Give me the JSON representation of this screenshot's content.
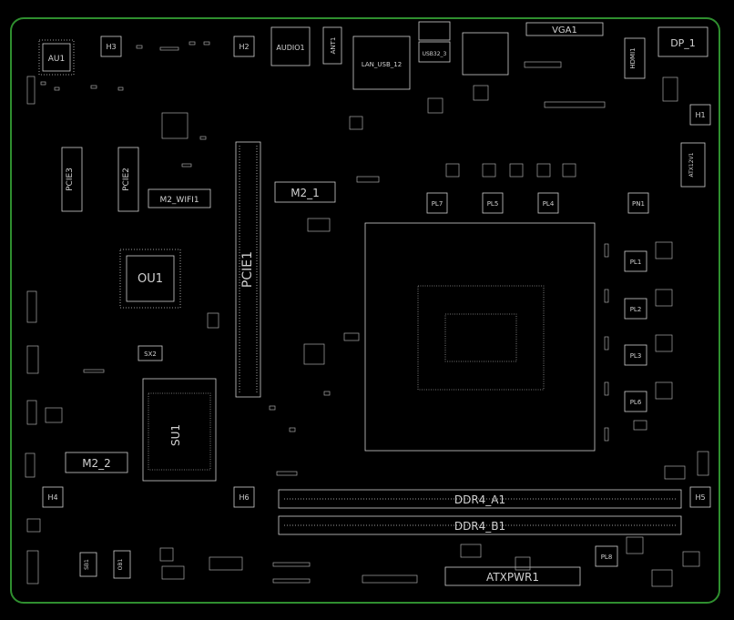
{
  "colors": {
    "background": "#000000",
    "outline": "#2f8f2f",
    "silk": "#d8d8d8",
    "faint": "#8a8a8a"
  },
  "components": {
    "au1": "AU1",
    "h3": "H3",
    "h2": "H2",
    "audio1": "AUDIO1",
    "ant1": "ANT1",
    "lan_usb": "LAN_USB_12",
    "usb32": "USB32_3",
    "vga1": "VGA1",
    "hdmi1": "HDMI1",
    "dp1": "DP_1",
    "h1": "H1",
    "atx12v1": "ATX12V1",
    "pcie3": "PCIE3",
    "pcie2": "PCIE2",
    "m2_wifi": "M2_WIFI1",
    "pcie1": "PCIE1",
    "m2_1": "M2_1",
    "pl7": "PL7",
    "pl5": "PL5",
    "pl4": "PL4",
    "pn1": "PN1",
    "pl1": "PL1",
    "pl2": "PL2",
    "pl3": "PL3",
    "pl6": "PL6",
    "ou1": "OU1",
    "sx2": "SX2",
    "su1": "SU1",
    "m2_2": "M2_2",
    "h4": "H4",
    "h6": "H6",
    "h5": "H5",
    "ddr4_a1": "DDR4_A1",
    "ddr4_b1": "DDR4_B1",
    "pl8": "PL8",
    "atxpwr1": "ATXPWR1",
    "sb1": "SB1",
    "ob1": "OB1"
  }
}
